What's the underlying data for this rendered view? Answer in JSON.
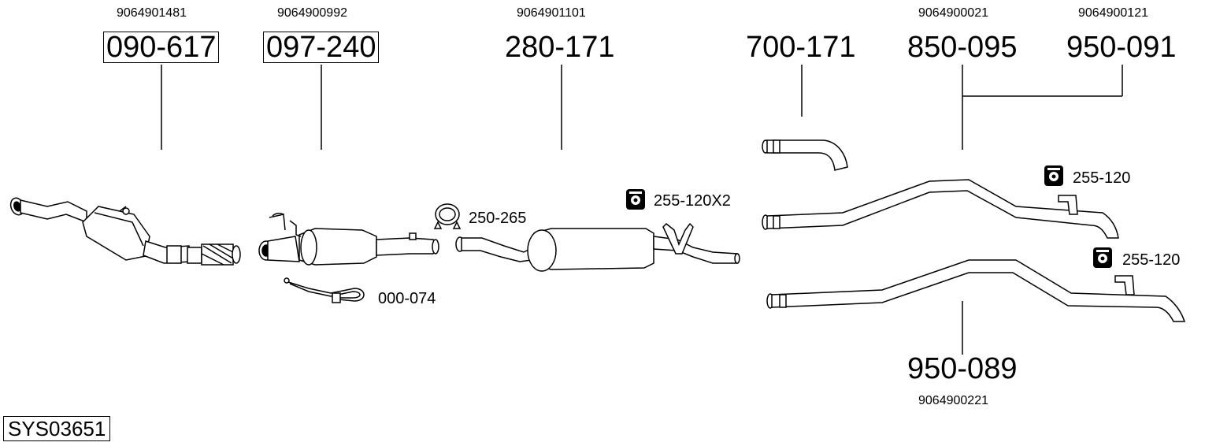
{
  "system_code": "SYS03651",
  "parts": [
    {
      "part_number": "090-617",
      "oe_number": "9064901481",
      "boxed": true
    },
    {
      "part_number": "097-240",
      "oe_number": "9064900992",
      "boxed": true
    },
    {
      "part_number": "280-171",
      "oe_number": "9064901101",
      "boxed": false
    },
    {
      "part_number": "700-171",
      "oe_number": "",
      "boxed": false
    },
    {
      "part_number": "850-095",
      "oe_number": "9064900021",
      "boxed": false
    },
    {
      "part_number": "950-091",
      "oe_number": "9064900121",
      "boxed": false
    },
    {
      "part_number": "950-089",
      "oe_number": "9064900221",
      "boxed": false
    }
  ],
  "accessories": [
    {
      "label": "250-265",
      "icon": "clamp-icon"
    },
    {
      "label": "255-120X2",
      "icon": "rubber-mount-icon"
    },
    {
      "label": "000-074",
      "icon": "sensor-icon"
    },
    {
      "label": "255-120",
      "icon": "rubber-mount-icon"
    },
    {
      "label": "255-120",
      "icon": "rubber-mount-icon"
    }
  ]
}
